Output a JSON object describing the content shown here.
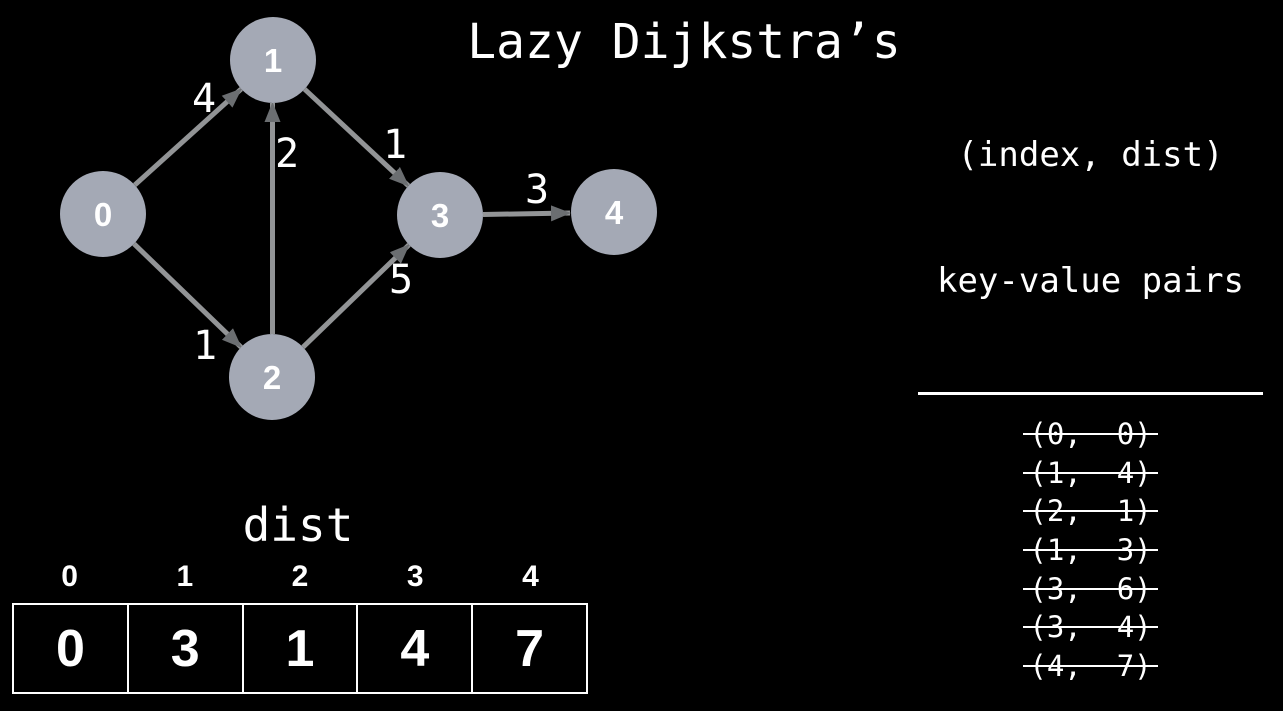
{
  "title": "Lazy Dijkstra’s",
  "colors": {
    "background": "#000000",
    "node_fill": "#a4a9b5",
    "edge_line": "#929496",
    "arrowhead": "#6b6e71",
    "text": "#ffffff"
  },
  "graph": {
    "nodes": [
      {
        "id": "0",
        "label": "0"
      },
      {
        "id": "1",
        "label": "1"
      },
      {
        "id": "2",
        "label": "2"
      },
      {
        "id": "3",
        "label": "3"
      },
      {
        "id": "4",
        "label": "4"
      }
    ],
    "edges": [
      {
        "from": "0",
        "to": "1",
        "weight": "4"
      },
      {
        "from": "0",
        "to": "2",
        "weight": "1"
      },
      {
        "from": "2",
        "to": "1",
        "weight": "2"
      },
      {
        "from": "1",
        "to": "3",
        "weight": "1"
      },
      {
        "from": "2",
        "to": "3",
        "weight": "5"
      },
      {
        "from": "3",
        "to": "4",
        "weight": "3"
      }
    ]
  },
  "priority_queue": {
    "header_line1": "(index, dist)",
    "header_line2": "key-value pairs",
    "pairs": [
      {
        "text": "(0,  0)",
        "removed": true
      },
      {
        "text": "(1,  4)",
        "removed": true
      },
      {
        "text": "(2,  1)",
        "removed": true
      },
      {
        "text": "(1,  3)",
        "removed": true
      },
      {
        "text": "(3,  6)",
        "removed": true
      },
      {
        "text": "(3,  4)",
        "removed": true
      },
      {
        "text": "(4,  7)",
        "removed": true
      }
    ]
  },
  "dist_array": {
    "label": "dist",
    "indices": [
      "0",
      "1",
      "2",
      "3",
      "4"
    ],
    "values": [
      "0",
      "3",
      "1",
      "4",
      "7"
    ]
  }
}
